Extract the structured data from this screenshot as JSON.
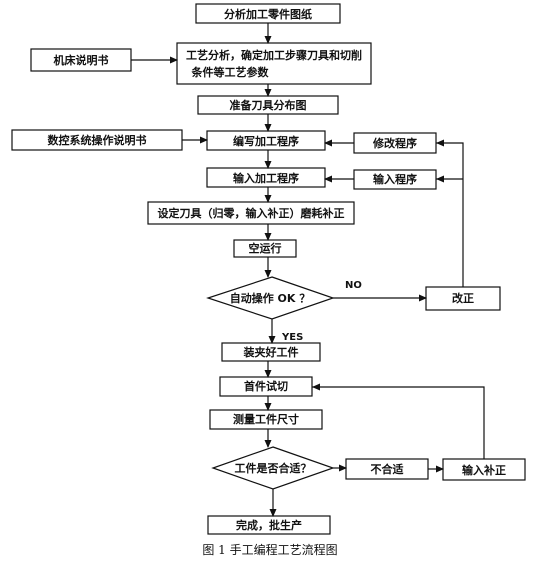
{
  "nodes": {
    "analyze": "分析加工零件图纸",
    "process_line1": "工艺分析，确定加工步骤刀具和切削",
    "process_line2": "条件等工艺参数",
    "machine_manual": "机床说明书",
    "tool_layout": "准备刀具分布图",
    "cnc_manual": "数控系统操作说明书",
    "write_program": "编写加工程序",
    "modify_program": "修改程序",
    "input_program": "输入加工程序",
    "input_side": "输入程序",
    "set_tools": "设定刀具（归零，输入补正）磨耗补正",
    "dry_run": "空运行",
    "auto_ok": "自动操作 OK ？",
    "correct": "改正",
    "clamp": "装夹好工件",
    "first_cut": "首件试切",
    "measure": "测量工件尺寸",
    "qualified": "工件是否合适？",
    "not_ok": "不合适",
    "input_comp": "输入补正",
    "done": "完成，批生产"
  },
  "edges": {
    "no": "NO",
    "yes": "YES"
  },
  "caption": "图 1    手工编程工艺流程图"
}
